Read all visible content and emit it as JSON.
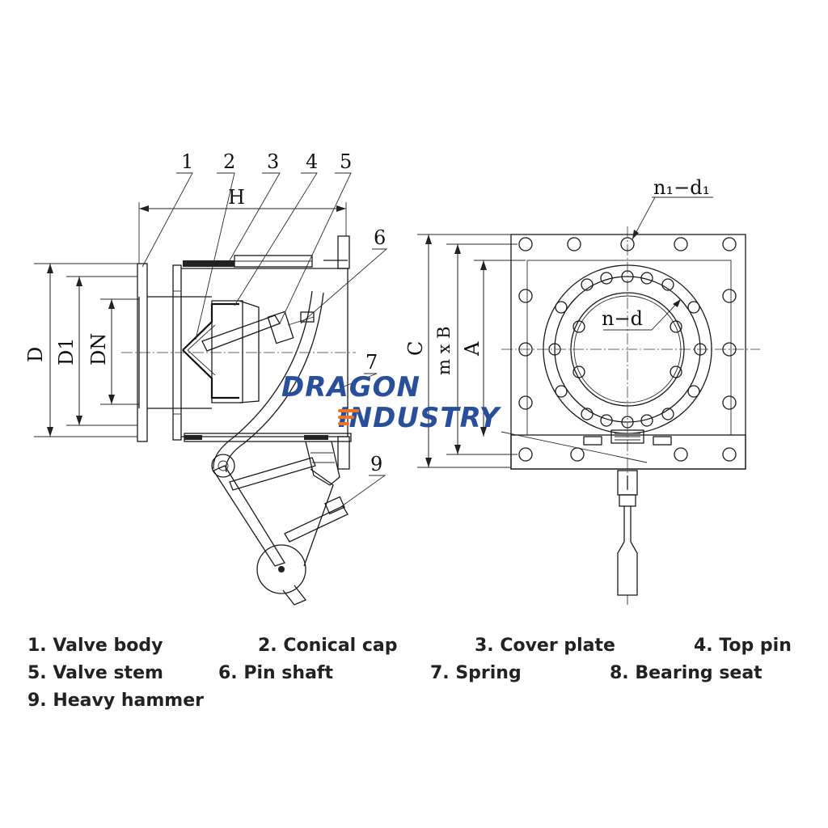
{
  "callouts": {
    "n1": "1",
    "n2": "2",
    "n3": "3",
    "n4": "4",
    "n5": "5",
    "n6": "6",
    "n7": "7",
    "n9": "9"
  },
  "dimensions": {
    "H": "H",
    "D": "D",
    "D1": "D1",
    "DN": "DN",
    "C": "C",
    "mxB": "m x B",
    "A": "A",
    "n1d1": "n₁−d₁",
    "nd": "n−d"
  },
  "logo": {
    "line1": "DRAGON",
    "line2": "INDUSTRY",
    "primary_color": "#2a4f9a",
    "accent_color": "#e8742a"
  },
  "legend": [
    "1. Valve body",
    "2. Conical cap",
    "3. Cover plate",
    "4. Top pin",
    "5. Valve stem",
    "6. Pin shaft",
    "7. Spring",
    "8. Bearing seat",
    "9. Heavy hammer"
  ]
}
